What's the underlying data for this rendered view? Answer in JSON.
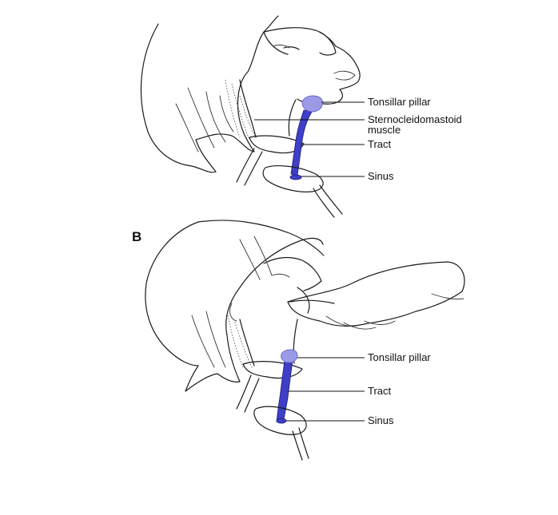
{
  "panels": [
    {
      "letter": "",
      "labels": {
        "tonsillar_pillar": "Tonsillar pillar",
        "sternocleidomastoid_line1": "Sternocleidomastoid",
        "sternocleidomastoid_line2": "muscle",
        "tract": "Tract",
        "sinus": "Sinus"
      }
    },
    {
      "letter": "B",
      "labels": {
        "tonsillar_pillar": "Tonsillar pillar",
        "tract": "Tract",
        "sinus": "Sinus"
      }
    }
  ],
  "colors": {
    "tract_fill": "#3f3fc8",
    "pillar_fill": "#9a9ae6",
    "ink": "#1a1a1a"
  }
}
